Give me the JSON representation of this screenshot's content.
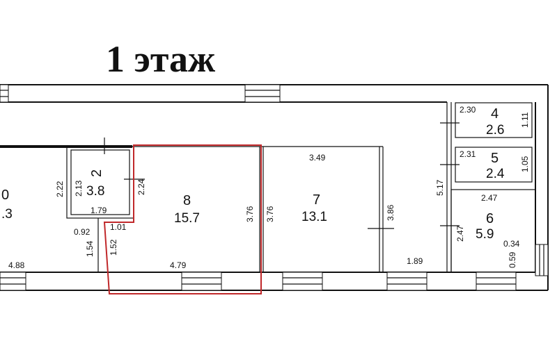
{
  "title": "1 этаж",
  "highlight_color": "#c0282a",
  "rooms": [
    {
      "id": "room-cut",
      "number": "0",
      "area": ".3",
      "dims": [
        "2.22",
        "4.88"
      ]
    },
    {
      "id": "room-2",
      "number": "2",
      "area": "3.8",
      "dims": [
        "2.13",
        "2.24",
        "1.79"
      ]
    },
    {
      "id": "room-8",
      "number": "8",
      "area": "15.7",
      "dims": [
        "3.76",
        "4.79",
        "1.01",
        "1.52",
        "0.92",
        "1.54"
      ]
    },
    {
      "id": "room-7",
      "number": "7",
      "area": "13.1",
      "dims": [
        "3.49",
        "3.76",
        "3.86"
      ]
    },
    {
      "id": "room-4",
      "number": "4",
      "area": "2.6",
      "dims": [
        "2.30",
        "1.11"
      ]
    },
    {
      "id": "room-5",
      "number": "5",
      "area": "2.4",
      "dims": [
        "2.31",
        "1.05"
      ]
    },
    {
      "id": "room-6",
      "number": "6",
      "area": "5.9",
      "dims": [
        "2.47",
        "2.47",
        "0.34",
        "0.59"
      ]
    }
  ],
  "corridor": {
    "dims": [
      "5.17",
      "1.89"
    ]
  }
}
